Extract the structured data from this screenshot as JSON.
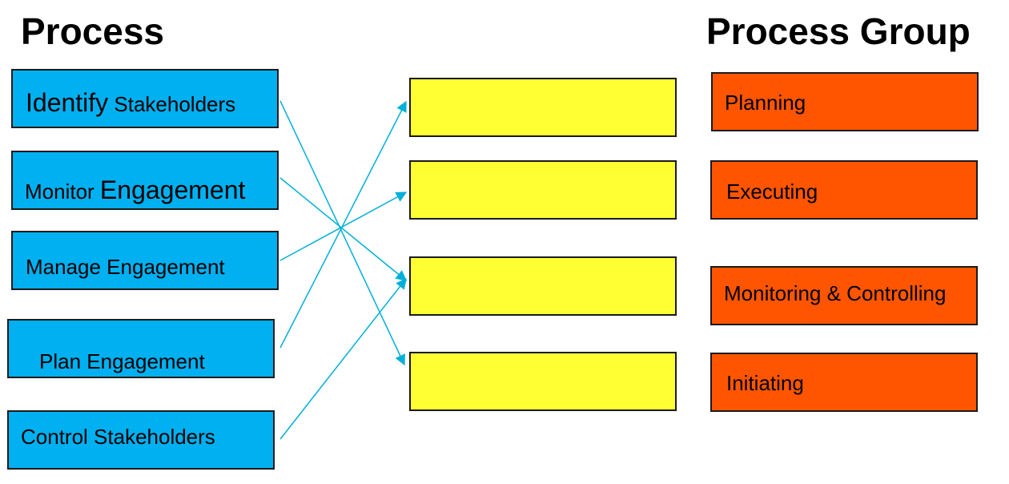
{
  "headings": {
    "process": "Process",
    "process_group": "Process Group"
  },
  "processes": [
    {
      "part1": "Identify",
      "part2": " Stakeholders"
    },
    {
      "part1": "Monitor ",
      "part2": "Engagement"
    },
    {
      "label": "Manage Engagement"
    },
    {
      "label": "Plan Engagement"
    },
    {
      "label": "Control Stakeholders"
    }
  ],
  "process_groups": [
    {
      "label": "Planning"
    },
    {
      "label": "Executing"
    },
    {
      "label": "Monitoring & Controlling"
    },
    {
      "label": "Initiating"
    }
  ],
  "colors": {
    "process_box": "#00b0f0",
    "answer_box": "#ffff33",
    "group_box": "#ff5500",
    "arrow": "#00b0d8"
  }
}
